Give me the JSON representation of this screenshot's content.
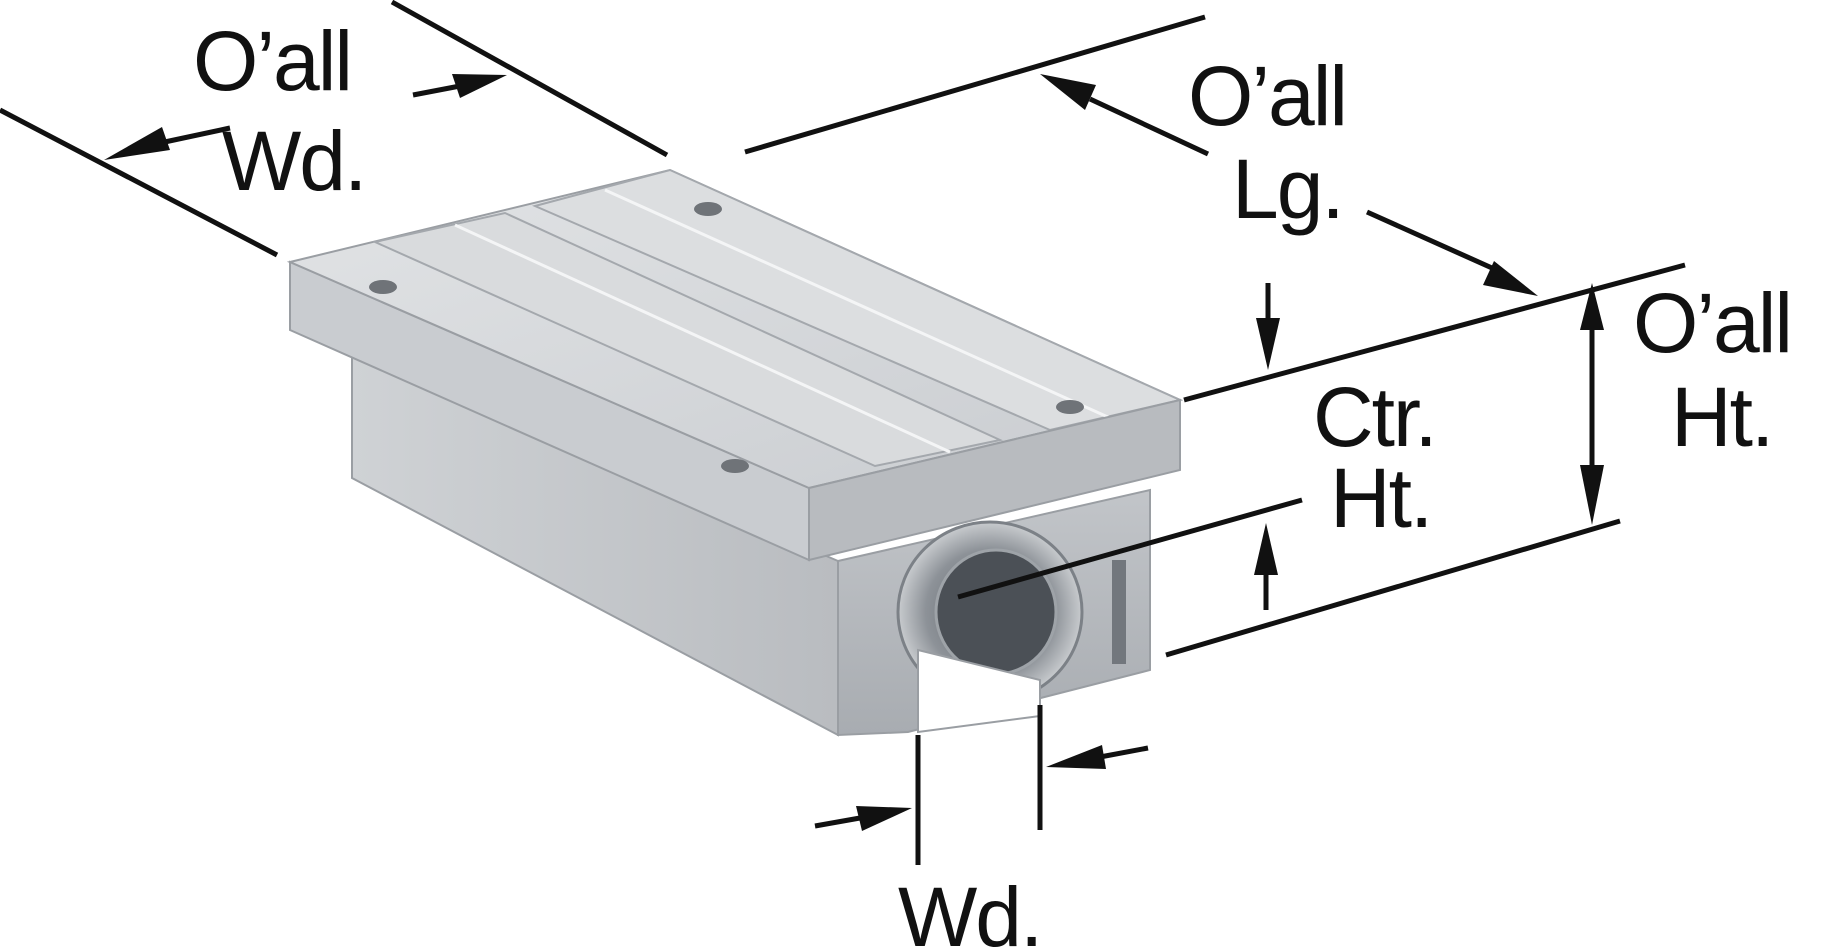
{
  "labels": {
    "overall_width_line1": "O’all",
    "overall_width_line2": "Wd.",
    "overall_length_line1": "O’all",
    "overall_length_line2": "Lg.",
    "overall_height_line1": "O’all",
    "overall_height_line2": "Ht.",
    "center_height_line1": "Ctr.",
    "center_height_line2": "Ht.",
    "slot_width": "Wd."
  },
  "colors": {
    "line": "#111111",
    "housing_top": "#d6d8da",
    "housing_side": "#c4c6c9",
    "housing_front": "#b3b6ba",
    "housing_dark": "#8f9398",
    "background": "#ffffff"
  }
}
